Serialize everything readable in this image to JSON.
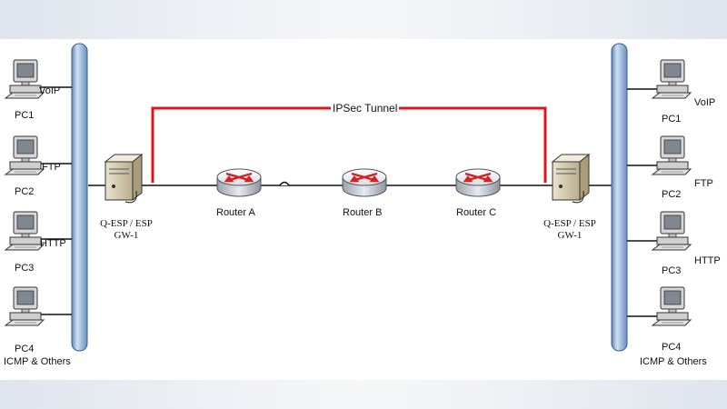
{
  "diagram": {
    "tunnel_label": "IPSec Tunnel",
    "left_gateway": {
      "line1": "Q-ESP / ESP",
      "line2": "GW-1"
    },
    "right_gateway": {
      "line1": "Q-ESP / ESP",
      "line2": "GW-1"
    },
    "routers": [
      {
        "label": "Router A"
      },
      {
        "label": "Router B"
      },
      {
        "label": "Router C"
      }
    ],
    "left_pcs": [
      {
        "name": "PC1",
        "service": "VoIP"
      },
      {
        "name": "PC2",
        "service": "FTP"
      },
      {
        "name": "PC3",
        "service": "HTTP"
      },
      {
        "name": "PC4",
        "service": "ICMP & Others"
      }
    ],
    "right_pcs": [
      {
        "name": "PC1",
        "service": "VoIP"
      },
      {
        "name": "PC2",
        "service": "FTP"
      },
      {
        "name": "PC3",
        "service": "HTTP"
      },
      {
        "name": "PC4",
        "service": "ICMP & Others"
      }
    ],
    "colors": {
      "tunnel": "#e0141b",
      "bus": "#8fb0d6",
      "router": "#d92020",
      "link": "#111111"
    }
  }
}
